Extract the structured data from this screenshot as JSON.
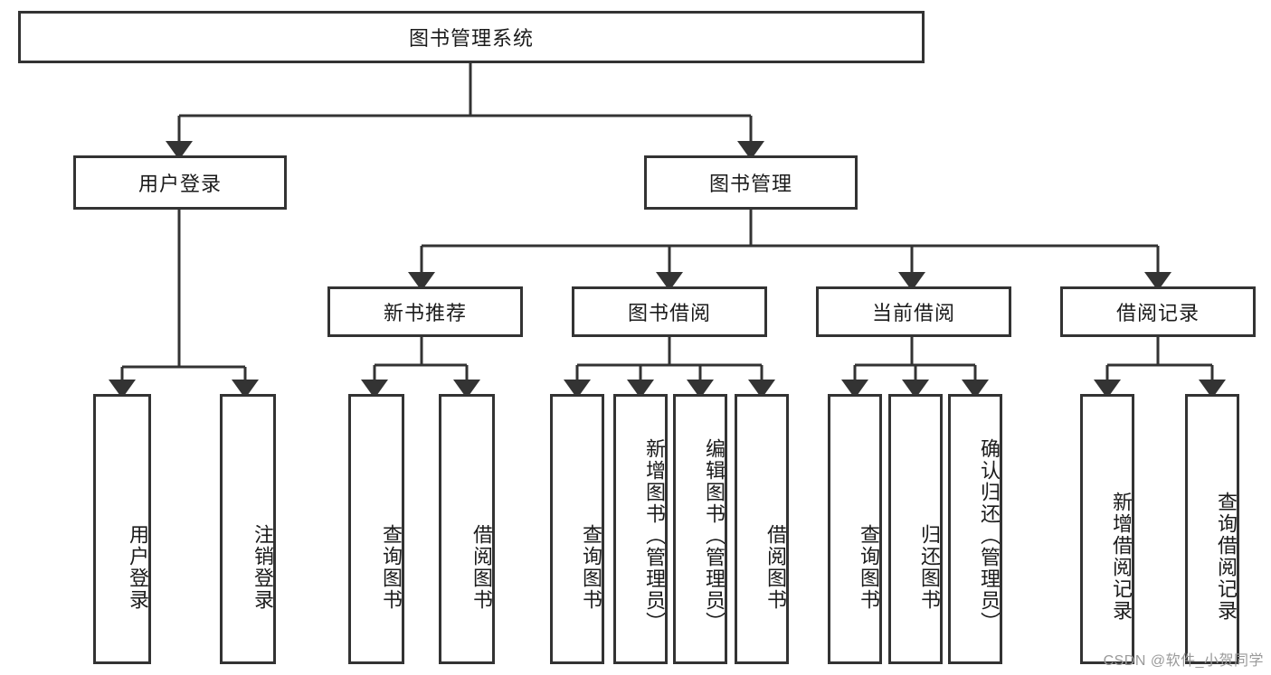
{
  "diagram": {
    "type": "tree-hierarchy",
    "title": "图书管理系统",
    "watermark": "CSDN @软件_小贺同学",
    "colors": {
      "box_border": "#333333",
      "box_fill": "#ffffff",
      "connector": "#333333",
      "text": "#1b1b1b",
      "watermark": "#9a9a9a"
    },
    "levels": [
      {
        "level": 1,
        "nodes": [
          "图书管理系统"
        ]
      },
      {
        "level": 2,
        "nodes": [
          "用户登录",
          "图书管理"
        ]
      },
      {
        "level": 3,
        "nodes": [
          "新书推荐",
          "图书借阅",
          "当前借阅",
          "借阅记录"
        ]
      },
      {
        "level": 4,
        "nodes": [
          "用户登录",
          "注销登录",
          "查询图书",
          "借阅图书",
          "查询图书",
          "新增图书（管理员）",
          "编辑图书（管理员）",
          "借阅图书",
          "查询图书",
          "归还图书",
          "确认归还（管理员）",
          "新增借阅记录",
          "查询借阅记录"
        ]
      }
    ],
    "root": {
      "label": "图书管理系统"
    },
    "branch_user": {
      "label": "用户登录"
    },
    "branch_book": {
      "label": "图书管理"
    },
    "groups": [
      {
        "label": "新书推荐",
        "children": [
          "查询图书",
          "借阅图书"
        ]
      },
      {
        "label": "图书借阅",
        "children": [
          "查询图书",
          "新增图书（管理员）",
          "编辑图书（管理员）",
          "借阅图书"
        ]
      },
      {
        "label": "当前借阅",
        "children": [
          "查询图书",
          "归还图书",
          "确认归还（管理员）"
        ]
      },
      {
        "label": "借阅记录",
        "children": [
          "新增借阅记录",
          "查询借阅记录"
        ]
      }
    ],
    "user_children": [
      "用户登录",
      "注销登录"
    ],
    "edges": [
      {
        "from": "图书管理系统",
        "to": "用户登录"
      },
      {
        "from": "图书管理系统",
        "to": "图书管理"
      },
      {
        "from": "用户登录",
        "to": "用户登录"
      },
      {
        "from": "用户登录",
        "to": "注销登录"
      },
      {
        "from": "图书管理",
        "to": "新书推荐"
      },
      {
        "from": "图书管理",
        "to": "图书借阅"
      },
      {
        "from": "图书管理",
        "to": "当前借阅"
      },
      {
        "from": "图书管理",
        "to": "借阅记录"
      },
      {
        "from": "新书推荐",
        "to": "查询图书"
      },
      {
        "from": "新书推荐",
        "to": "借阅图书"
      },
      {
        "from": "图书借阅",
        "to": "查询图书"
      },
      {
        "from": "图书借阅",
        "to": "新增图书（管理员）"
      },
      {
        "from": "图书借阅",
        "to": "编辑图书（管理员）"
      },
      {
        "from": "图书借阅",
        "to": "借阅图书"
      },
      {
        "from": "当前借阅",
        "to": "查询图书"
      },
      {
        "from": "当前借阅",
        "to": "归还图书"
      },
      {
        "from": "当前借阅",
        "to": "确认归还（管理员）"
      },
      {
        "from": "借阅记录",
        "to": "新增借阅记录"
      },
      {
        "from": "借阅记录",
        "to": "查询借阅记录"
      }
    ]
  }
}
